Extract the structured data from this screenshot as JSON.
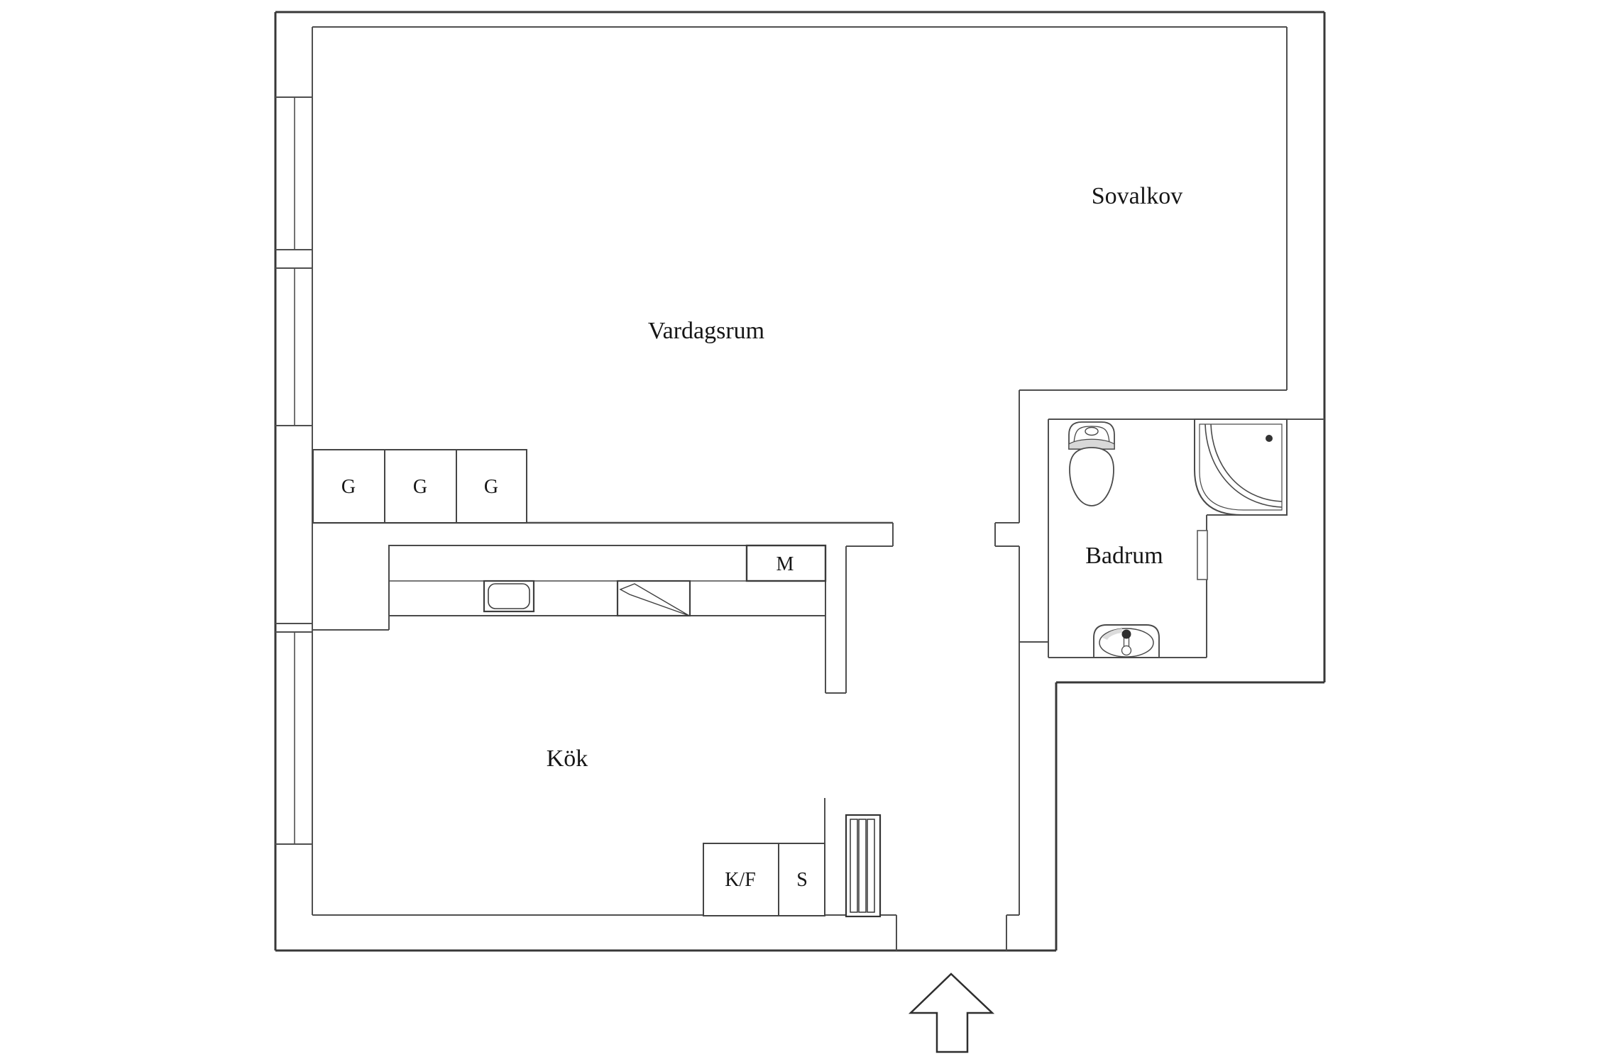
{
  "plan": {
    "background_color": "#ffffff",
    "wall_color": "#4f4f4f",
    "outer_wall_color": "#383838",
    "fixture_line_color": "#4a4a4a",
    "rooms": [
      {
        "id": "vardagsrum",
        "label": "Vardagsrum"
      },
      {
        "id": "sovalkov",
        "label": "Sovalkov"
      },
      {
        "id": "kok",
        "label": "Kök"
      },
      {
        "id": "badrum",
        "label": "Badrum"
      }
    ],
    "fixture_labels": {
      "wardrobe_1": "G",
      "wardrobe_2": "G",
      "wardrobe_3": "G",
      "microwave": "M",
      "fridge_freezer": "K/F",
      "pantry": "S"
    }
  }
}
